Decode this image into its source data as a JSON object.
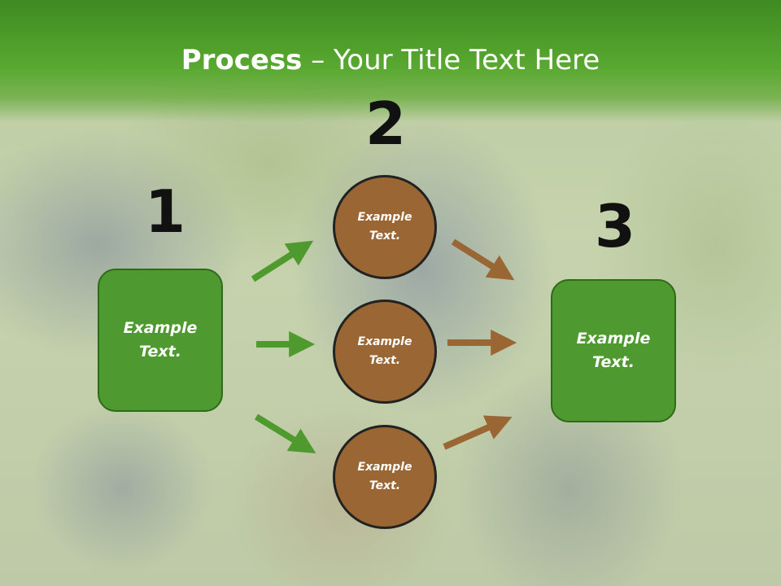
{
  "slide": {
    "title_bold": "Process",
    "title_rest": " – Your Title Text Here"
  },
  "steps": {
    "step1_number": "1",
    "step2_number": "2",
    "step3_number": "3"
  },
  "nodes": {
    "left_box": "Example\nText.",
    "circle_top": "Example\nText.",
    "circle_middle": "Example\nText.",
    "circle_bottom": "Example\nText.",
    "right_box": "Example\nText."
  },
  "colors": {
    "header_green": "#58a830",
    "box_green": "#4f9a30",
    "circle_brown": "#9a6633",
    "arrow_green": "#4e9a2e",
    "arrow_brown": "#9a6633"
  }
}
